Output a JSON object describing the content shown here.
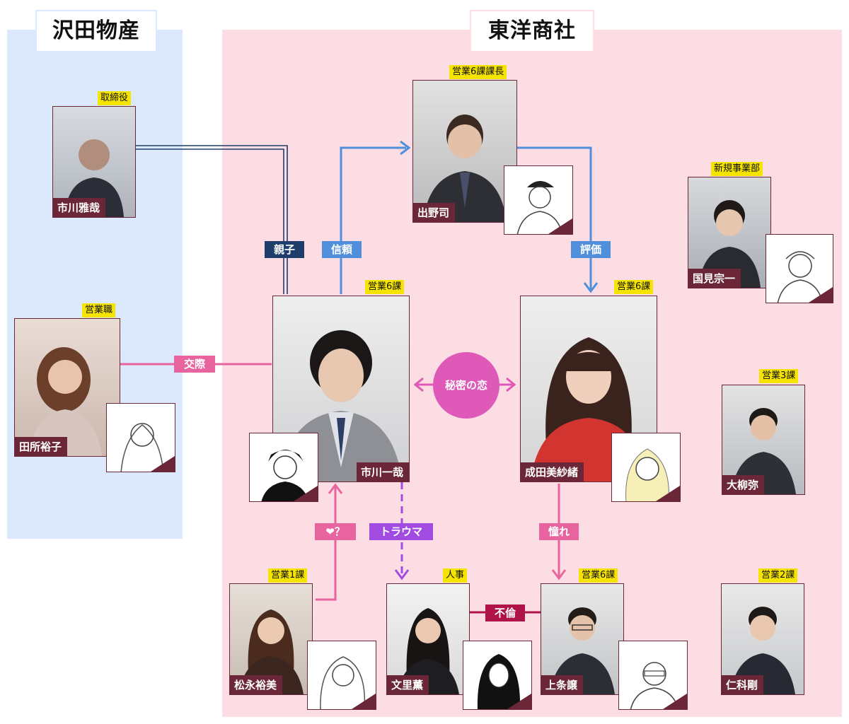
{
  "organizations": {
    "sawada": "沢田物産",
    "toyo": "東洋商社"
  },
  "people": {
    "ichikawa_masaya": {
      "name": "市川雅哉",
      "role": "取締役"
    },
    "tadokoro": {
      "name": "田所裕子",
      "role": "営業職"
    },
    "ideno": {
      "name": "出野司",
      "role": "営業6課課長"
    },
    "kunimi": {
      "name": "国見宗一",
      "role": "新規事業部"
    },
    "ichikawa_kazuya": {
      "name": "市川一哉",
      "role": "営業6課"
    },
    "narita": {
      "name": "成田美紗緒",
      "role": "営業6課"
    },
    "oyanagi": {
      "name": "大柳弥",
      "role": "営業3課"
    },
    "matsunaga": {
      "name": "松永裕美",
      "role": "営業1課"
    },
    "fumisato": {
      "name": "文里薫",
      "role": "人事"
    },
    "kamijo": {
      "name": "上条譲",
      "role": "営業6課"
    },
    "nishina": {
      "name": "仁科剛",
      "role": "営業2課"
    }
  },
  "relations": {
    "parent_child": "親子",
    "trust": "信頼",
    "evaluation": "評価",
    "dating": "交際",
    "secret_love": "秘密の恋",
    "heart_question": "❤？",
    "trauma": "トラウマ",
    "admiration": "憧れ",
    "affair": "不倫"
  },
  "colors": {
    "sawada_zone": "#dce8fb",
    "toyo_zone": "#fddde4",
    "name_tag": "#6b2737",
    "badge": "#f5e300",
    "navy": "#1f3d6b",
    "blue": "#4f8fdc",
    "pink": "#e8649e",
    "magenta": "#df59b9",
    "purple": "#a24be0",
    "crimson": "#b0124a"
  }
}
